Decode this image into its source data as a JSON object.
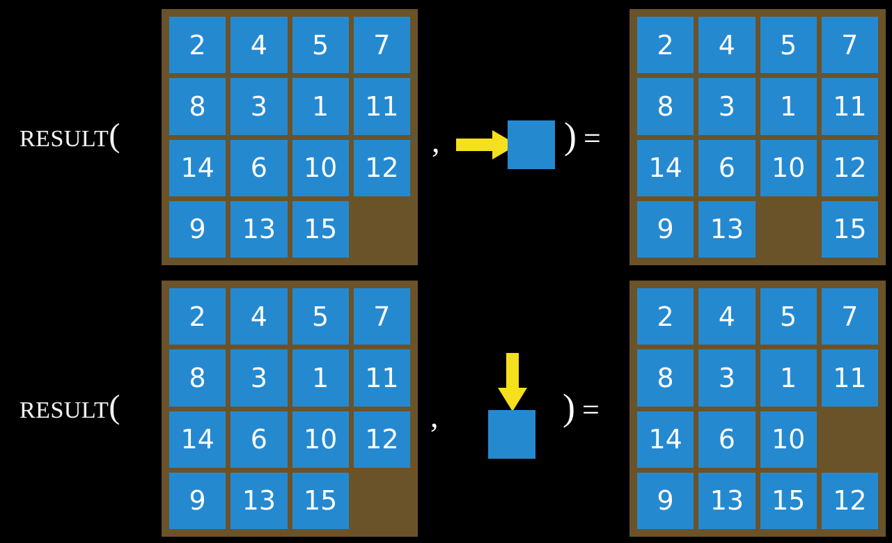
{
  "background_color": "#000000",
  "palette": {
    "tile": "#2589d0",
    "board_frame": "#6b5329",
    "arrow": "#f5e01e",
    "text": "#ffffff"
  },
  "equations": [
    {
      "label": "Result(",
      "open_paren": "(",
      "comma": ",",
      "close_paren": ")",
      "equals": "=",
      "operator": {
        "icon": "arrow-right-icon",
        "direction": "right",
        "description": "slide tile right"
      },
      "input_board": {
        "rows": 4,
        "cols": 4,
        "cells": [
          [
            "2",
            "4",
            "5",
            "7"
          ],
          [
            "8",
            "3",
            "1",
            "11"
          ],
          [
            "14",
            "6",
            "10",
            "12"
          ],
          [
            "9",
            "13",
            "15",
            ""
          ]
        ]
      },
      "output_board": {
        "rows": 4,
        "cols": 4,
        "cells": [
          [
            "2",
            "4",
            "5",
            "7"
          ],
          [
            "8",
            "3",
            "1",
            "11"
          ],
          [
            "14",
            "6",
            "10",
            "12"
          ],
          [
            "9",
            "13",
            "",
            "15"
          ]
        ]
      }
    },
    {
      "label": "Result(",
      "open_paren": "(",
      "comma": ",",
      "close_paren": ")",
      "equals": "=",
      "operator": {
        "icon": "arrow-down-icon",
        "direction": "down",
        "description": "slide tile down"
      },
      "input_board": {
        "rows": 4,
        "cols": 4,
        "cells": [
          [
            "2",
            "4",
            "5",
            "7"
          ],
          [
            "8",
            "3",
            "1",
            "11"
          ],
          [
            "14",
            "6",
            "10",
            "12"
          ],
          [
            "9",
            "13",
            "15",
            ""
          ]
        ]
      },
      "output_board": {
        "rows": 4,
        "cols": 4,
        "cells": [
          [
            "2",
            "4",
            "5",
            "7"
          ],
          [
            "8",
            "3",
            "1",
            "11"
          ],
          [
            "14",
            "6",
            "10",
            ""
          ],
          [
            "9",
            "13",
            "15",
            "12"
          ]
        ]
      }
    }
  ]
}
